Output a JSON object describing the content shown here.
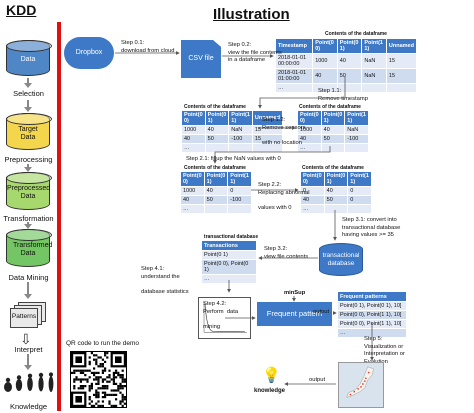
{
  "titles": {
    "left": "KDD",
    "right": "Illustration"
  },
  "kdd": {
    "data": "Data",
    "selection": "Selection",
    "target": "Target Data",
    "preprocessing": "Preprocessing",
    "preprocessed": "Preprocessed Data",
    "transformation": "Transformation",
    "transformed": "Transformed Data",
    "mining": "Data Mining",
    "patterns": "Patterns",
    "interpret": "Interpret",
    "knowledge": "Knowledge"
  },
  "nodes": {
    "dropbox": "Dropbox",
    "csv": "CSV file",
    "transactional_db": "transactional database",
    "fpm": "Frequent pattern mining",
    "knowledge": "knowledge",
    "qr_caption": "QR code to run the demo"
  },
  "steps": {
    "s01": "Step 0.1:\ndownload from cloud",
    "s02": "Step 0.2:\nview the file contents\nin a dataframe",
    "s11": "Step 1.1:\nRemove timestamp",
    "s12": "Step 1.2:\nRemove sensors\n\nwith no location",
    "s21": "Step 2.1: fillup the NaN values with 0",
    "s22": "Step 2.2:\nReplacing abnormal\n\nvalues with 0",
    "s31": "Step 3.1: convert into\ntransactional database\nhaving values >= 35",
    "s32": "Step 3.2:\nview file contents",
    "s41": "Step 4.1:\nunderstand the\n\ndatabase statistics",
    "s42": "Step 4.2:\nPerform  data\n\nmining",
    "minsup": "minSup",
    "output1": "output",
    "s5": "Step 5:\nVisualization or\nInterpretation or\nEvalution",
    "output2": "output"
  },
  "tables": {
    "t1": {
      "caption": "Contents of the dataframe",
      "headers": [
        "Timestamp",
        "Point(0 0)",
        "Point(0 1)",
        "Point(1 1)",
        "Unnamed"
      ],
      "rows": [
        [
          "2018-01-01 00:00:00",
          "1000",
          "40",
          "NaN",
          "15"
        ],
        [
          "2018-01-01 01:00:00",
          "40",
          "50",
          "NaN",
          "15"
        ],
        [
          "…",
          "",
          "",
          "",
          ""
        ]
      ]
    },
    "t2": {
      "caption": "Contents of the dataframe",
      "headers": [
        "Point(0 0)",
        "Point(0 1)",
        "Point(1 1)",
        "Unnamed"
      ],
      "rows": [
        [
          "1000",
          "40",
          "NaN",
          "15"
        ],
        [
          "40",
          "50",
          "-100",
          "15"
        ],
        [
          "…",
          "",
          "",
          ""
        ]
      ]
    },
    "t3": {
      "caption": "Contents of the dataframe",
      "headers": [
        "Point(0 0)",
        "Point(0 1)",
        "Point(1 1)"
      ],
      "rows": [
        [
          "1000",
          "40",
          "NaN"
        ],
        [
          "40",
          "50",
          "-100"
        ],
        [
          "…",
          "",
          ""
        ]
      ]
    },
    "t4": {
      "caption": "Contents of the dataframe",
      "headers": [
        "Point(0 0)",
        "Point(0 1)",
        "Point(1 1)"
      ],
      "rows": [
        [
          "1000",
          "40",
          "0"
        ],
        [
          "40",
          "50",
          "-100"
        ],
        [
          "…",
          "",
          ""
        ]
      ]
    },
    "t5": {
      "caption": "Contents of the dataframe",
      "headers": [
        "Point(0 0)",
        "Point(0 1)",
        "Point(1 1)"
      ],
      "rows": [
        [
          "0",
          "40",
          "0"
        ],
        [
          "40",
          "50",
          "0"
        ],
        [
          "…",
          "",
          ""
        ]
      ]
    },
    "t6": {
      "caption": "transactional database",
      "headers": [
        "Transactions"
      ],
      "rows": [
        [
          "Point(0 1)"
        ],
        [
          "Point(0 0), Point(0 1)"
        ],
        [
          "…"
        ]
      ]
    },
    "t7": {
      "caption": "",
      "headers": [
        "Frequent patterns"
      ],
      "rows": [
        [
          "Point(0 1), Point(0 1), 10]"
        ],
        [
          "Point(0 0), Point(1 1), 10]"
        ],
        [
          "Point(0 0), Point(1 1), 10]"
        ],
        [
          "…"
        ]
      ]
    }
  }
}
